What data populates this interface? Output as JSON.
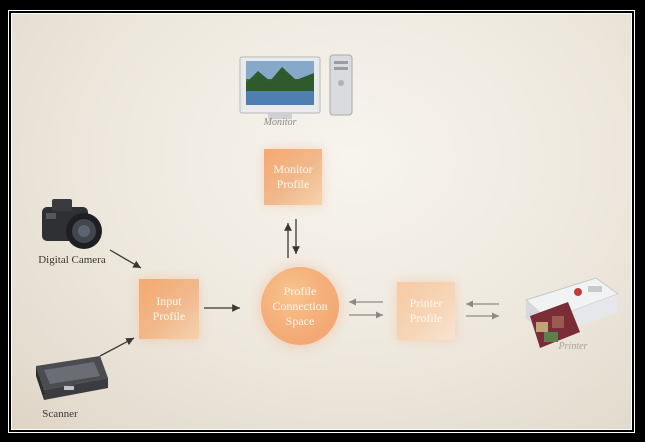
{
  "devices": {
    "monitor": {
      "label": "Monitor"
    },
    "camera": {
      "label": "Digital Camera"
    },
    "scanner": {
      "label": "Scanner"
    },
    "printer": {
      "label": "Printer"
    }
  },
  "nodes": {
    "monitor_profile": {
      "line1": "Monitor",
      "line2": "Profile"
    },
    "input_profile": {
      "line1": "Input",
      "line2": "Profile"
    },
    "pcs": {
      "line1": "Profile",
      "line2": "Connection",
      "line3": "Space"
    },
    "printer_profile": {
      "line1": "Printer",
      "line2": "Profile"
    }
  },
  "colors": {
    "profile_box": "#f3a874",
    "pcs_circle": "#f3a06c",
    "background": "#efeae0",
    "frame": "#000000"
  }
}
